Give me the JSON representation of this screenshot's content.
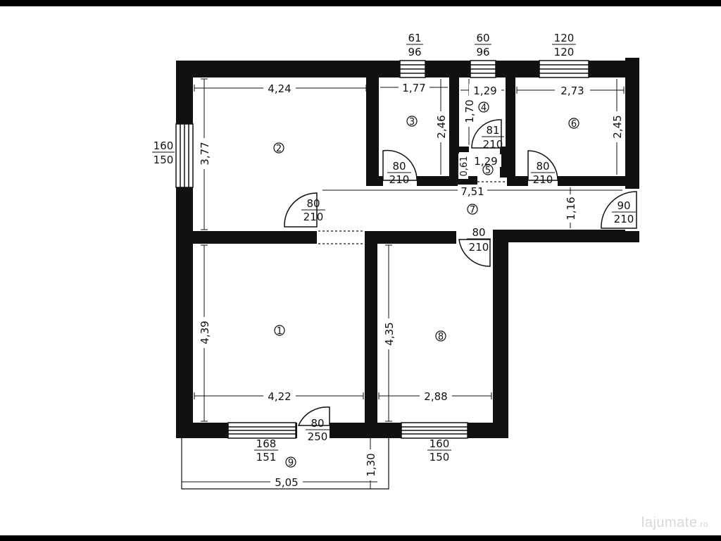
{
  "rooms": [
    {
      "id": "room-1",
      "number": "1"
    },
    {
      "id": "room-2",
      "number": "2"
    },
    {
      "id": "room-3",
      "number": "3"
    },
    {
      "id": "room-4",
      "number": "4"
    },
    {
      "id": "room-5",
      "number": "5"
    },
    {
      "id": "room-6",
      "number": "6"
    },
    {
      "id": "room-7",
      "number": "7"
    },
    {
      "id": "room-8",
      "number": "8"
    },
    {
      "id": "room-9",
      "number": "9"
    }
  ],
  "dimensions": {
    "room2_width": "4,24",
    "room2_height": "3,77",
    "room3_width": "1,77",
    "room3_height": "2,46",
    "room4_width": "1,29",
    "room4_height": "1,70",
    "room5_width": "1,29",
    "room5_height": "0,61",
    "room6_width": "2,73",
    "room6_height": "2,45",
    "hall_length": "7,51",
    "hall_width": "1,16",
    "room1_height": "4,39",
    "room1_width": "4,22",
    "room8_height": "4,35",
    "room8_width": "2,88",
    "balcony_width": "5,05",
    "balcony_depth": "1,30"
  },
  "openings": {
    "win_room3": {
      "top": "61",
      "bottom": "96"
    },
    "win_room4": {
      "top": "60",
      "bottom": "96"
    },
    "win_room6": {
      "top": "120",
      "bottom": "120"
    },
    "win_room2_left": {
      "top": "160",
      "bottom": "150"
    },
    "win_room1_bottom": {
      "top": "168",
      "bottom": "151"
    },
    "win_room8_bottom": {
      "top": "160",
      "bottom": "150"
    },
    "door_room3": {
      "top": "80",
      "bottom": "210"
    },
    "door_room4": {
      "top": "81",
      "bottom": "210"
    },
    "door_room6": {
      "top": "80",
      "bottom": "210"
    },
    "door_room2": {
      "top": "80",
      "bottom": "210"
    },
    "door_entry": {
      "top": "90",
      "bottom": "210"
    },
    "door_room8": {
      "top": "80",
      "bottom": "210"
    },
    "door_balcony": {
      "top": "80",
      "bottom": "250"
    }
  },
  "watermark": {
    "text": "lajumate",
    "tld": ".ro"
  }
}
